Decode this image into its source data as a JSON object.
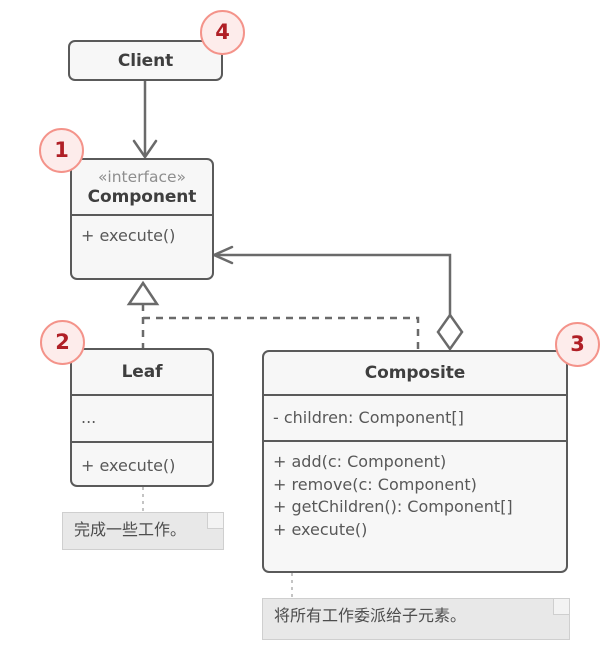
{
  "diagram": {
    "title": "Composite pattern UML class diagram",
    "colors": {
      "background": "#ffffff",
      "box_fill": "#f7f7f7",
      "box_border": "#5a5a5a",
      "line": "#6a6a6a",
      "note_fill": "#e8e8e8",
      "note_border": "#cfcfcf",
      "badge_fill": "#fdeceb",
      "badge_border": "#f4938a",
      "badge_text": "#b01f26"
    }
  },
  "classes": {
    "client": {
      "name": "Client"
    },
    "component": {
      "stereotype": "«interface»",
      "name": "Component",
      "operations": [
        "+ execute()"
      ]
    },
    "leaf": {
      "name": "Leaf",
      "attributes": [
        "..."
      ],
      "operations": [
        "+ execute()"
      ]
    },
    "composite": {
      "name": "Composite",
      "attributes": [
        "- children: Component[]"
      ],
      "operations": [
        "+ add(c: Component)",
        "+ remove(c: Component)",
        "+ getChildren(): Component[]",
        "+ execute()"
      ]
    }
  },
  "notes": {
    "leaf_note": "完成一些工作。",
    "composite_note": "将所有工作委派给子元素。"
  },
  "badges": [
    {
      "label": "1",
      "target": "component"
    },
    {
      "label": "2",
      "target": "leaf"
    },
    {
      "label": "3",
      "target": "composite"
    },
    {
      "label": "4",
      "target": "client"
    }
  ],
  "relations": [
    {
      "kind": "association",
      "from": "client",
      "to": "component"
    },
    {
      "kind": "aggregation",
      "from": "composite",
      "to": "component"
    },
    {
      "kind": "realization",
      "from": "leaf",
      "to": "component"
    },
    {
      "kind": "realization",
      "from": "composite",
      "to": "component"
    }
  ]
}
